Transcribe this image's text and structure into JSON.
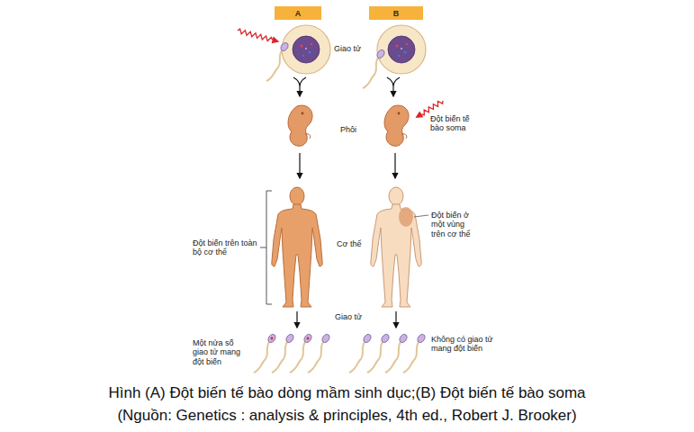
{
  "diagram": {
    "caption": "Hình (A) Đột biến tế bào dòng mầm sinh dục;(B) Đột biến tế bào soma",
    "nodes": [
      {
        "text": [
          "A"
        ]
      },
      {
        "text": [
          "B"
        ]
      }
    ],
    "labels": [
      "Giao tử",
      "Phôi",
      "Đột biến tế bào soma",
      "Đột biến ở một vùng trên cơ thể",
      "Đột biến trên toàn bộ cơ thể",
      "Cơ thể",
      "Giao tử",
      "Một nửa số giao tử mang đột biến",
      "Không có giao tử mang đột biến",
      "(Nguồn: Genetics : analysis & principles, 4th ed., Robert J. Brooker)"
    ]
  }
}
